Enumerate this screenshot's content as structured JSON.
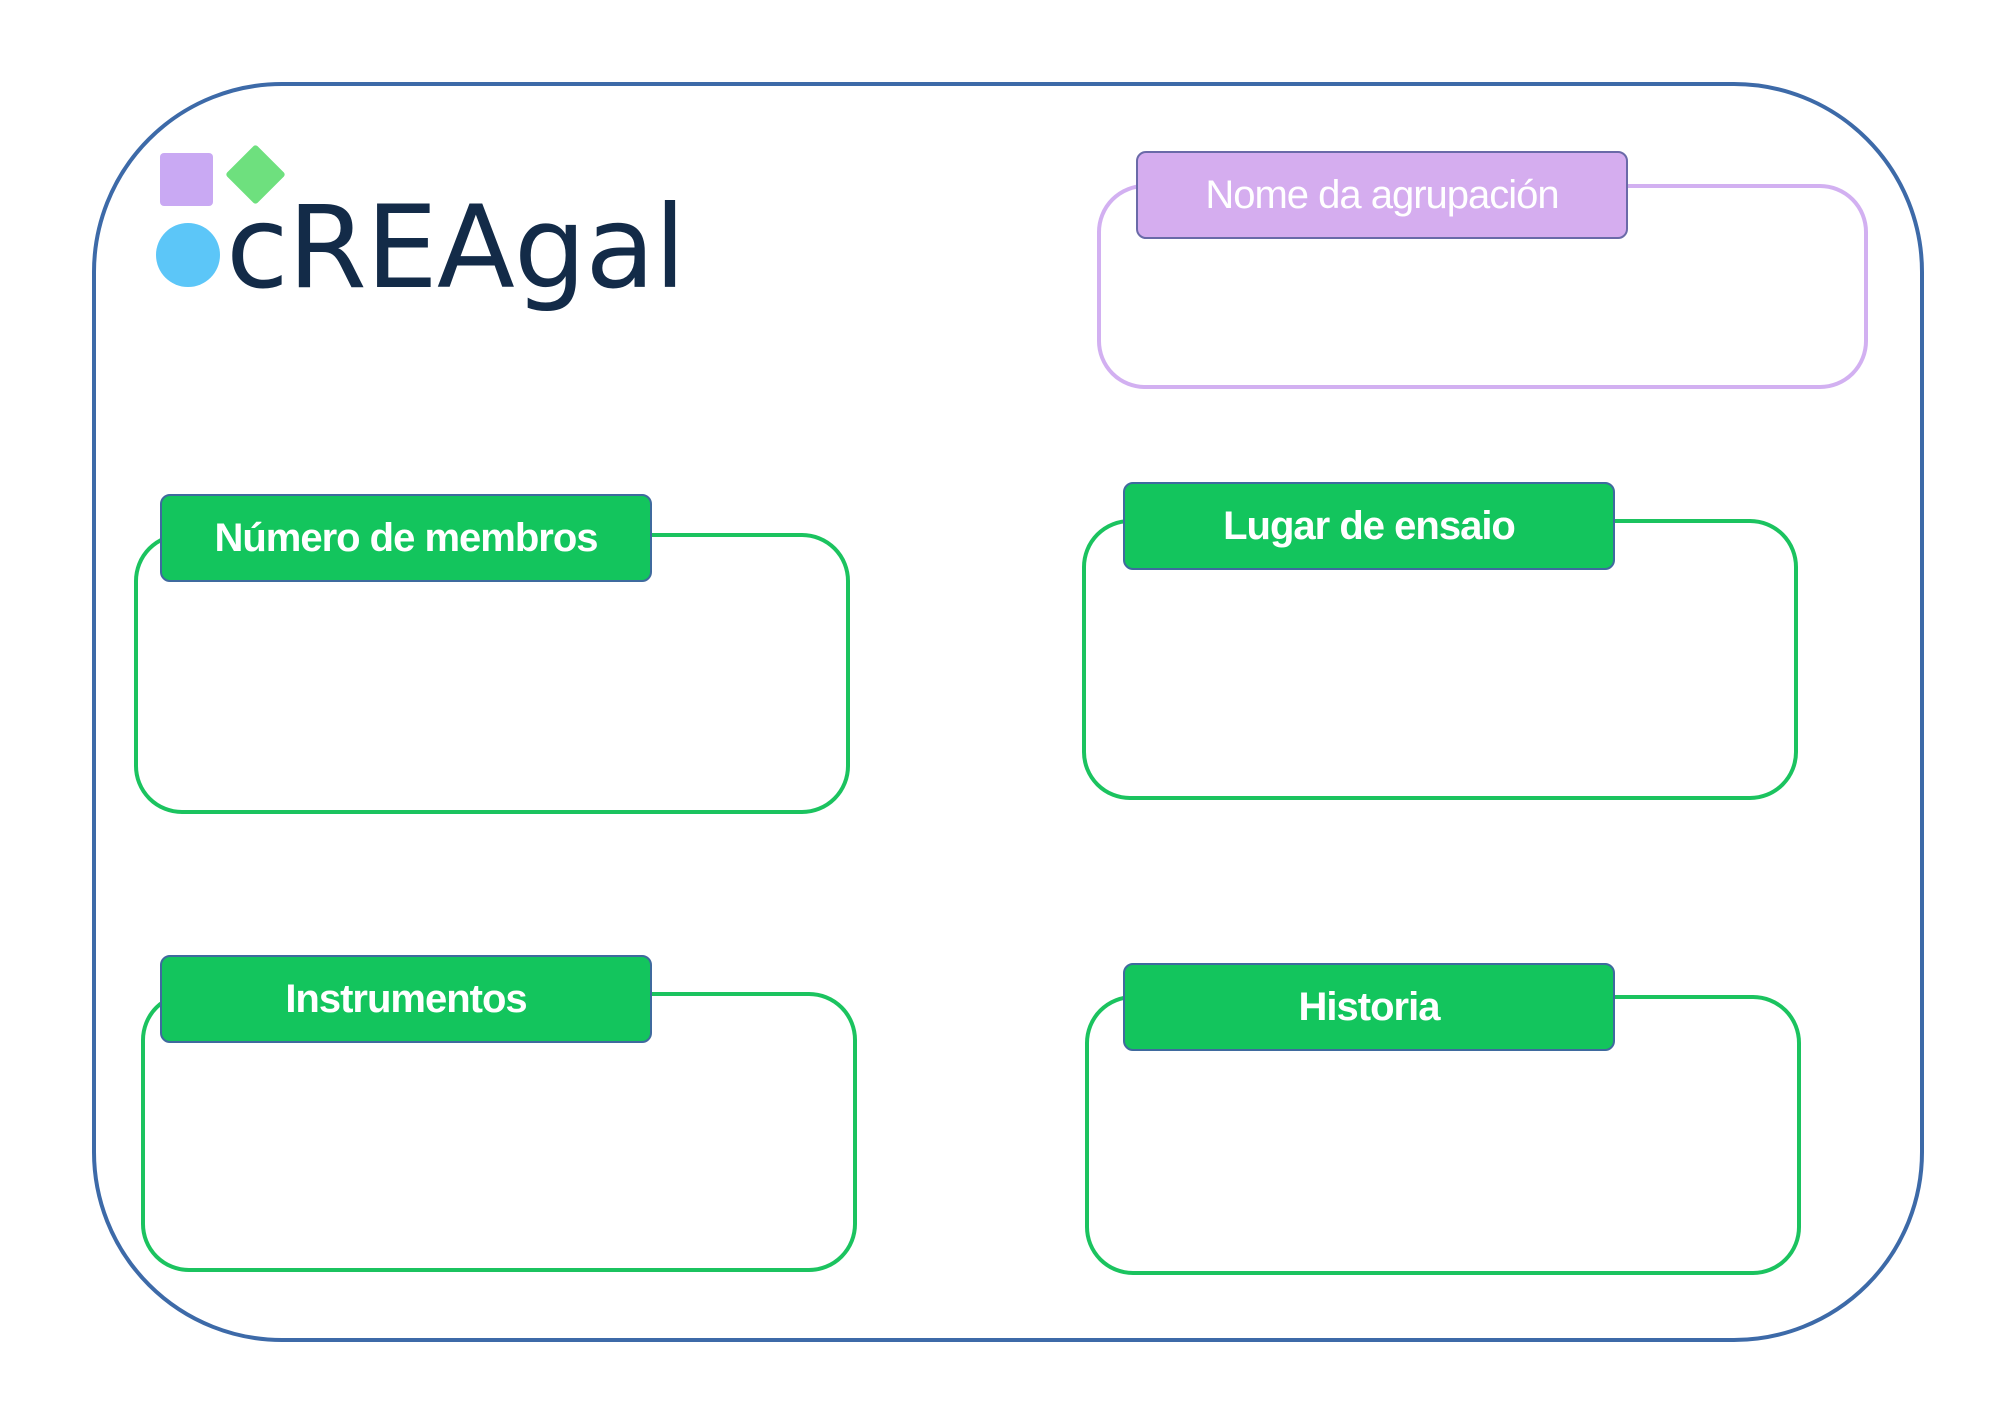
{
  "logo": {
    "wordmark": "cREAgal",
    "colors": {
      "square": "#c9a9f3",
      "diamond": "#6ee07e",
      "circle": "#5cc6f8",
      "text": "#132b48"
    }
  },
  "fields": {
    "group_name": {
      "label": "Nome da agrupación",
      "value": ""
    },
    "member_count": {
      "label": "Número de membros",
      "value": ""
    },
    "rehearsal_place": {
      "label": "Lugar de ensaio",
      "value": ""
    },
    "instruments": {
      "label": "Instrumentos",
      "value": ""
    },
    "history": {
      "label": "Historia",
      "value": ""
    }
  },
  "colors": {
    "frame": "#3d6aa8",
    "green_accent": "#13c55d",
    "purple_accent": "#d5adef"
  }
}
